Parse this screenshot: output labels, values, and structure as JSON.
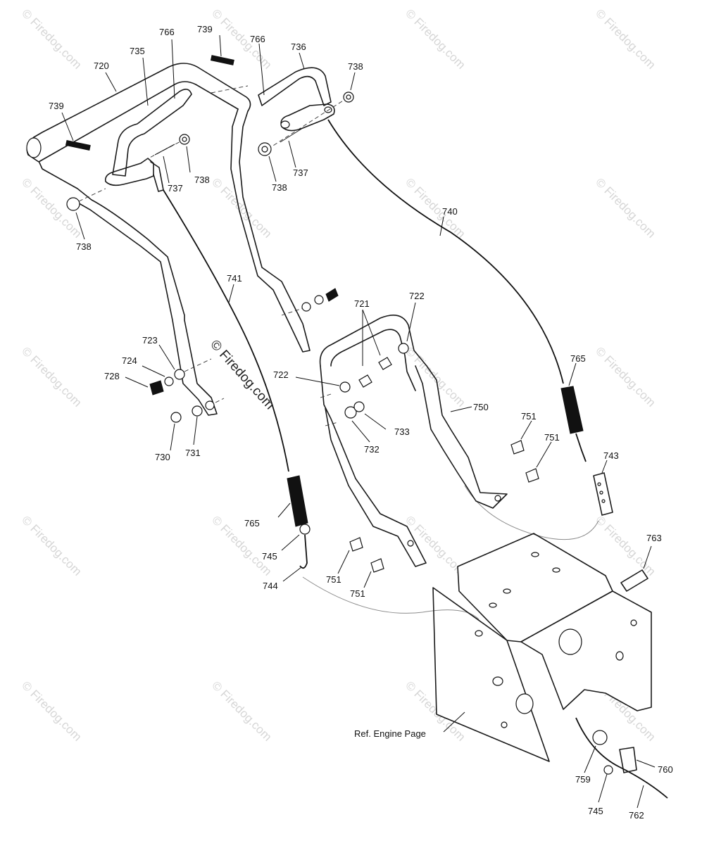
{
  "watermark": {
    "text": "© Firedog.com",
    "center_text": "© Firedog.com"
  },
  "callouts": {
    "p720": "720",
    "p735": "735",
    "p766a": "766",
    "p739a": "739",
    "p766b": "766",
    "p736": "736",
    "p738a": "738",
    "p739b": "739",
    "p738b": "738",
    "p737a": "737",
    "p738c": "738",
    "p737b": "737",
    "p738d": "738",
    "p740": "740",
    "p741": "741",
    "p721": "721",
    "p722a": "722",
    "p723": "723",
    "p724": "724",
    "p728": "728",
    "p722b": "722",
    "p765a": "765",
    "p750": "750",
    "p733": "733",
    "p732": "732",
    "p751a": "751",
    "p751b": "751",
    "p730": "730",
    "p731": "731",
    "p743": "743",
    "p765b": "765",
    "p745a": "745",
    "p744": "744",
    "p751c": "751",
    "p751d": "751",
    "p763": "763",
    "ref_engine": "Ref. Engine Page",
    "p759": "759",
    "p760": "760",
    "p745b": "745",
    "p762": "762"
  }
}
